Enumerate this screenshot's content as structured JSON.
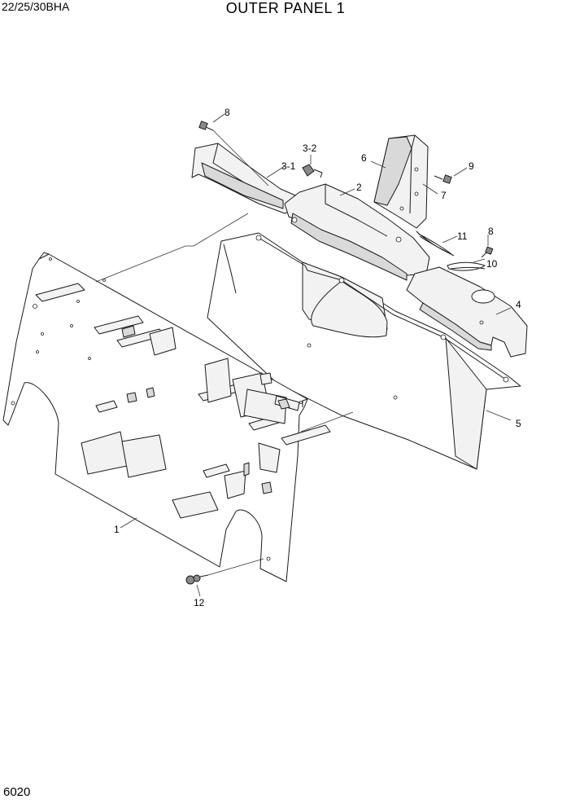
{
  "header": {
    "model": "22/25/30BHA",
    "title": "OUTER PANEL 1"
  },
  "footer": {
    "page_number": "6020"
  },
  "callouts": [
    "1",
    "2",
    "3-1",
    "3-2",
    "4",
    "5",
    "6",
    "7",
    "8",
    "8",
    "9",
    "10",
    "11",
    "12"
  ]
}
